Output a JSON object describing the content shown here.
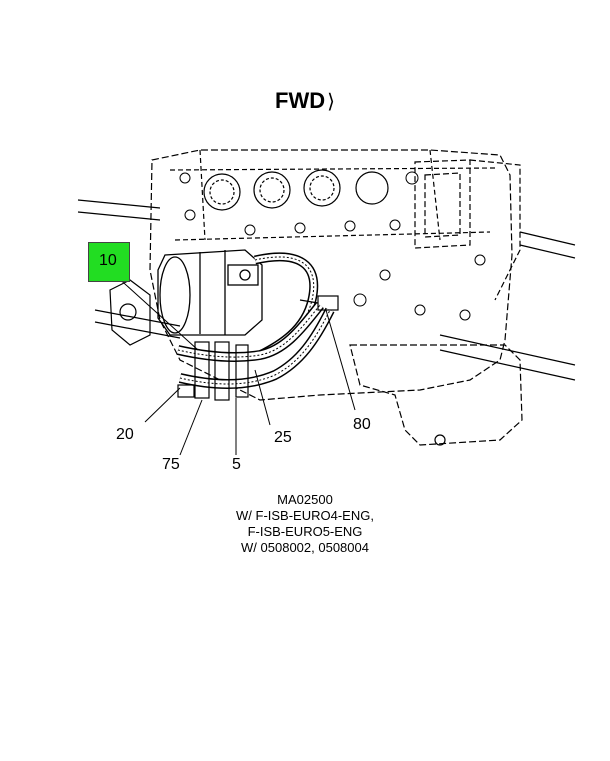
{
  "header": {
    "direction_label": "FWD",
    "arrow_glyph": "⟩"
  },
  "callouts": {
    "c10": "10",
    "c20": "20",
    "c75": "75",
    "c5": "5",
    "c25": "25",
    "c80": "80"
  },
  "caption": {
    "line1": "MA02500",
    "line2": "W/ F-ISB-EURO4-ENG,",
    "line3": "F-ISB-EURO5-ENG",
    "line4": "W/ 0508002, 0508004"
  },
  "colors": {
    "highlight": "#22dd22",
    "ink": "#000000"
  }
}
